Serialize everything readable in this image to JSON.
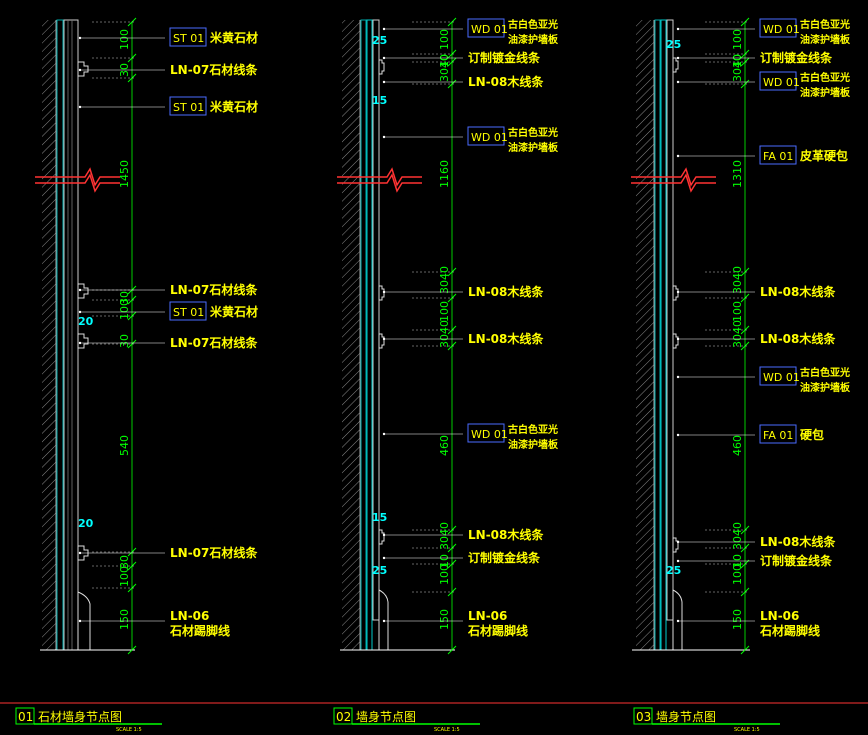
{
  "details": [
    {
      "num": "01",
      "title": "石材墙身节点图",
      "scale": "SCALE 1:5",
      "dims": [
        {
          "t": "100"
        },
        {
          "t": "30"
        },
        {
          "t": "1450"
        },
        {
          "t": "30"
        },
        {
          "t": "100"
        },
        {
          "t": "30"
        },
        {
          "t": "540"
        },
        {
          "t": "30"
        },
        {
          "t": "100"
        },
        {
          "t": "150"
        }
      ],
      "side_dims": [
        {
          "t": "20"
        },
        {
          "t": "20"
        }
      ],
      "labels": [
        {
          "code": "ST 01",
          "text": "米黄石材"
        },
        {
          "text": "LN-07石材线条"
        },
        {
          "code": "ST 01",
          "text": "米黄石材"
        },
        {
          "text": "LN-07石材线条"
        },
        {
          "code": "ST 01",
          "text": "米黄石材"
        },
        {
          "text": "LN-07石材线条"
        },
        {
          "text": "LN-07石材线条"
        },
        {
          "text": "LN-06",
          "text2": "石材踢脚线"
        }
      ]
    },
    {
      "num": "02",
      "title": "墙身节点图",
      "scale": "SCALE 1:5",
      "dims": [
        {
          "t": "100"
        },
        {
          "t": "10"
        },
        {
          "t": "3040"
        },
        {
          "t": "1160"
        },
        {
          "t": "3040"
        },
        {
          "t": "100"
        },
        {
          "t": "3040"
        },
        {
          "t": "460"
        },
        {
          "t": "3040"
        },
        {
          "t": "10"
        },
        {
          "t": "100"
        },
        {
          "t": "150"
        }
      ],
      "side_dims": [
        {
          "t": "25"
        },
        {
          "t": "15"
        },
        {
          "t": "15"
        },
        {
          "t": "25"
        }
      ],
      "labels": [
        {
          "code": "WD 01",
          "text": "古白色亚光",
          "text2": "油漆护墙板"
        },
        {
          "text": "订制镀金线条"
        },
        {
          "text": "LN-08木线条"
        },
        {
          "code": "WD 01",
          "text": "古白色亚光",
          "text2": "油漆护墙板"
        },
        {
          "text": "LN-08木线条"
        },
        {
          "text": "LN-08木线条"
        },
        {
          "code": "WD 01",
          "text": "古白色亚光",
          "text2": "油漆护墙板"
        },
        {
          "text": "LN-08木线条"
        },
        {
          "text": "订制镀金线条"
        },
        {
          "text": "LN-06",
          "text2": "石材踢脚线"
        }
      ]
    },
    {
      "num": "03",
      "title": "墙身节点图",
      "scale": "SCALE 1:5",
      "dims": [
        {
          "t": "100"
        },
        {
          "t": "10"
        },
        {
          "t": "3040"
        },
        {
          "t": "1310"
        },
        {
          "t": "3040"
        },
        {
          "t": "100"
        },
        {
          "t": "3040"
        },
        {
          "t": "460"
        },
        {
          "t": "3040"
        },
        {
          "t": "10"
        },
        {
          "t": "100"
        },
        {
          "t": "150"
        }
      ],
      "side_dims": [
        {
          "t": "25"
        },
        {
          "t": "25"
        }
      ],
      "labels": [
        {
          "code": "WD 01",
          "text": "古白色亚光",
          "text2": "油漆护墙板"
        },
        {
          "text": "订制镀金线条"
        },
        {
          "code": "WD 01",
          "text": "古白色亚光",
          "text2": "油漆护墙板"
        },
        {
          "code": "FA 01",
          "text": "皮革硬包"
        },
        {
          "text": "LN-08木线条"
        },
        {
          "text": "LN-08木线条"
        },
        {
          "code": "WD 01",
          "text": "古白色亚光",
          "text2": "油漆护墙板"
        },
        {
          "code": "FA 01",
          "text": "硬包"
        },
        {
          "text": "LN-08木线条"
        },
        {
          "text": "订制镀金线条"
        },
        {
          "text": "LN-06",
          "text2": "石材踢脚线"
        }
      ]
    }
  ],
  "colors": {
    "background": "#000000",
    "label": "#ffff00",
    "leader": "#ffffff",
    "dimension": "#00ff00",
    "dimension_accent": "#00ffff",
    "break_line": "#ff0000",
    "wall": "#9a9a9a",
    "panel": "#00aaaa",
    "title_underline": "#00ff00",
    "title_box": "#00ff00",
    "bottom_rule": "#ff0000"
  }
}
